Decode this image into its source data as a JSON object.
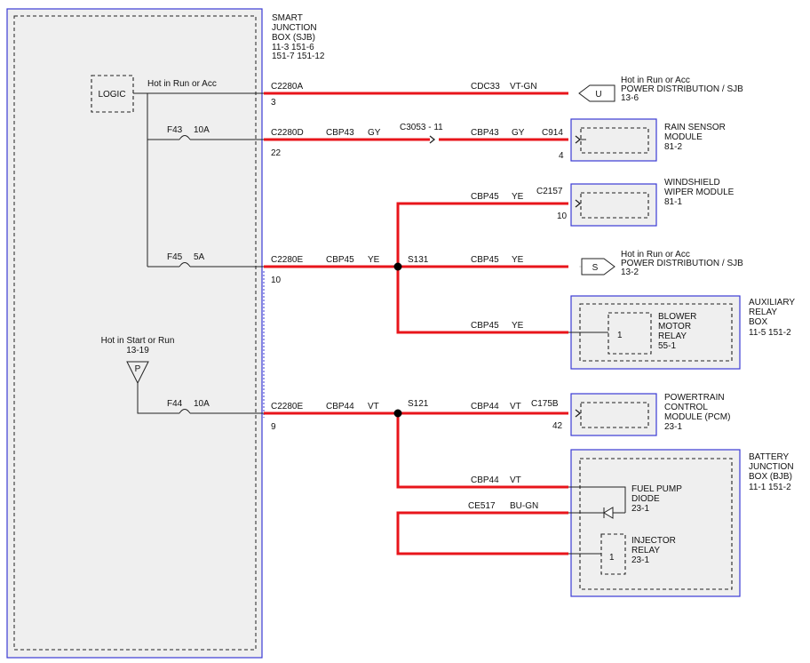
{
  "colors": {
    "wire": "#e8151b",
    "box_border": "#3b3bd4",
    "box_fill": "#efefef",
    "line": "#222222"
  },
  "sjb": {
    "title": [
      "SMART",
      "JUNCTION",
      "BOX (SJB)"
    ],
    "refs": [
      "11-3     151-6",
      "151-7   151-12"
    ],
    "logic": "LOGIC",
    "hot_run_acc": "Hot in Run or Acc",
    "hot_start_run": [
      "Hot in Start or Run",
      "13-19"
    ],
    "feed_symbol": "P",
    "fuses": [
      {
        "id": "F43",
        "rating": "10A"
      },
      {
        "id": "F45",
        "rating": "5A"
      },
      {
        "id": "F44",
        "rating": "10A"
      }
    ]
  },
  "connectors": [
    {
      "name": "C2280A",
      "pin": "3"
    },
    {
      "name": "C2280D",
      "pin": "22"
    },
    {
      "name": "C2280E",
      "pin": "10"
    },
    {
      "name": "C2280E",
      "pin": "9"
    }
  ],
  "wires": {
    "cdc33": {
      "circuit": "CDC33",
      "color": "VT-GN"
    },
    "cbp43_a": {
      "circuit": "CBP43",
      "color": "GY"
    },
    "inline": "C3053 - 11",
    "cbp43_b": {
      "circuit": "CBP43",
      "color": "GY"
    },
    "cbp45_main": {
      "circuit": "CBP45",
      "color": "YE"
    },
    "cbp45_top": {
      "circuit": "CBP45",
      "color": "YE"
    },
    "cbp45_mid": {
      "circuit": "CBP45",
      "color": "YE"
    },
    "cbp45_low": {
      "circuit": "CBP45",
      "color": "YE"
    },
    "cbp44_main": {
      "circuit": "CBP44",
      "color": "VT"
    },
    "cbp44_pcm": {
      "circuit": "CBP44",
      "color": "VT"
    },
    "cbp44_low": {
      "circuit": "CBP44",
      "color": "VT"
    },
    "ce517": {
      "circuit": "CE517",
      "color": "BU-GN"
    }
  },
  "splices": [
    "S131",
    "S121"
  ],
  "destinations": {
    "pd_u": {
      "symbol": "U",
      "lines": [
        "Hot in Run or Acc",
        "POWER DISTRIBUTION / SJB",
        "13-6"
      ]
    },
    "rain": {
      "connector": "C914",
      "pin": "4",
      "lines": [
        "RAIN SENSOR",
        "MODULE",
        "81-2"
      ]
    },
    "wiper": {
      "connector": "C2157",
      "pin": "10",
      "lines": [
        "WINDSHIELD",
        "WIPER MODULE",
        "81-1"
      ]
    },
    "pd_s": {
      "symbol": "S",
      "lines": [
        "Hot in Run or Acc",
        "POWER DISTRIBUTION / SJB",
        "13-2"
      ]
    },
    "aux": {
      "lines": [
        "AUXILIARY",
        "RELAY",
        "BOX"
      ],
      "refs": "11-5     151-2",
      "relay_pin": "1",
      "relay_lines": [
        "BLOWER",
        "MOTOR",
        "RELAY",
        "55-1"
      ]
    },
    "pcm": {
      "connector": "C175B",
      "pin": "42",
      "lines": [
        "POWERTRAIN",
        "CONTROL",
        "MODULE (PCM)",
        "23-1"
      ]
    },
    "bjb": {
      "lines": [
        "BATTERY",
        "JUNCTION",
        "BOX (BJB)"
      ],
      "refs": "11-1     151-2",
      "diode_lines": [
        "FUEL PUMP",
        "DIODE",
        "23-1"
      ],
      "relay_pin": "1",
      "relay_lines": [
        "INJECTOR",
        "RELAY",
        "23-1"
      ]
    }
  }
}
